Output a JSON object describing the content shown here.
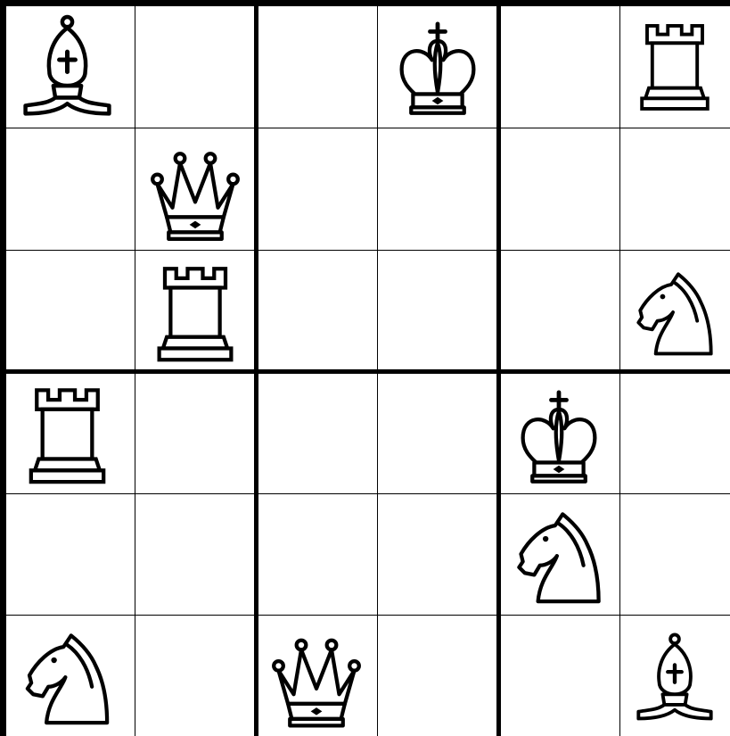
{
  "puzzle": {
    "rows": 6,
    "cols": 6,
    "box_rows": 3,
    "box_cols": 2,
    "grid": [
      [
        "bishop",
        "",
        "",
        "king",
        "",
        "rook"
      ],
      [
        "",
        "queen",
        "",
        "",
        "",
        ""
      ],
      [
        "",
        "rook",
        "",
        "",
        "",
        "knight"
      ],
      [
        "rook",
        "",
        "",
        "",
        "king",
        ""
      ],
      [
        "",
        "",
        "",
        "",
        "knight",
        ""
      ],
      [
        "knight",
        "",
        "queen",
        "",
        "",
        "bishop"
      ]
    ]
  }
}
